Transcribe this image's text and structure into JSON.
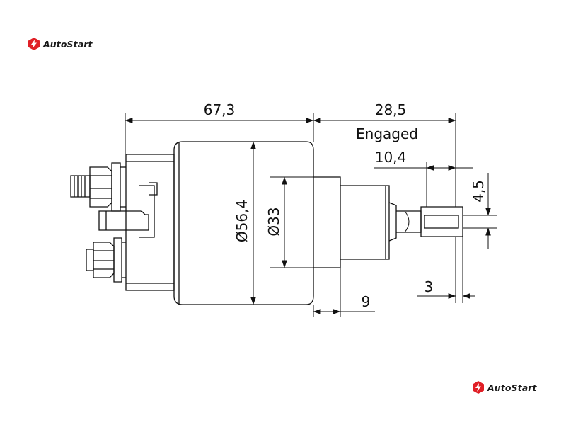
{
  "brand": {
    "name": "AutoStart",
    "accent": "#e01f26"
  },
  "dimensions": {
    "overall_length": "67,3",
    "engaged_travel": "28,5",
    "engaged_label": "Engaged",
    "tip_length": "10,4",
    "tip_width": "4,5",
    "body_diameter": "Ø56,4",
    "boss_diameter": "Ø33",
    "boss_length": "9",
    "tip_offset": "3"
  }
}
